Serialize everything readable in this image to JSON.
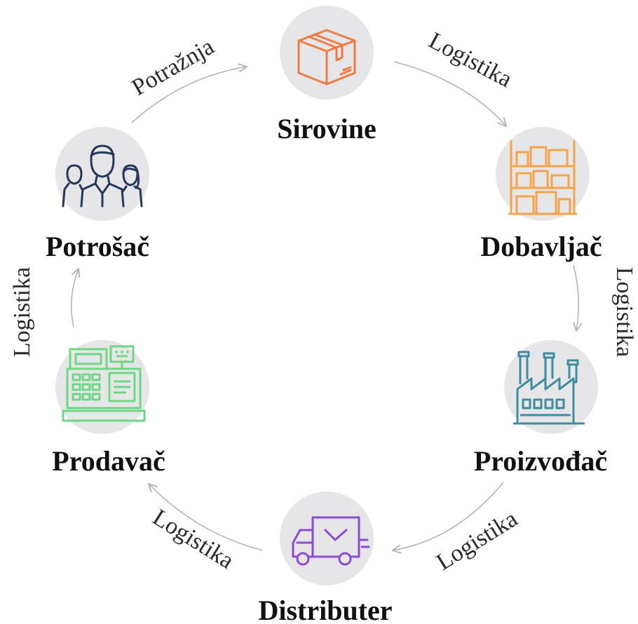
{
  "diagram": {
    "nodes": {
      "sirovine": {
        "label": "Sirovine",
        "icon": "box-icon",
        "color": "#ee7a45"
      },
      "dobavljac": {
        "label": "Dobavljač",
        "icon": "warehouse-shelves-icon",
        "color": "#f5a347"
      },
      "proizvodjac": {
        "label": "Proizvođač",
        "icon": "factory-icon",
        "color": "#3f8ca0"
      },
      "distributer": {
        "label": "Distributer",
        "icon": "delivery-truck-icon",
        "color": "#8b4bd0"
      },
      "prodavac": {
        "label": "Prodavač",
        "icon": "cash-register-icon",
        "color": "#6ed784"
      },
      "potrosac": {
        "label": "Potrošač",
        "icon": "consumers-group-icon",
        "color": "#25375a"
      }
    },
    "edges": {
      "potrosac_to_sirovine": "Potražnja",
      "sirovine_to_dobavljac": "Logistika",
      "dobavljac_to_proizvodjac": "Logistika",
      "proizvodjac_to_distributer": "Logistika",
      "distributer_to_prodavac": "Logistika",
      "prodavac_to_potrosac": "Logistika"
    },
    "colors": {
      "node_background": "#e6e6e8",
      "arrow": "#b3b3b3"
    }
  }
}
